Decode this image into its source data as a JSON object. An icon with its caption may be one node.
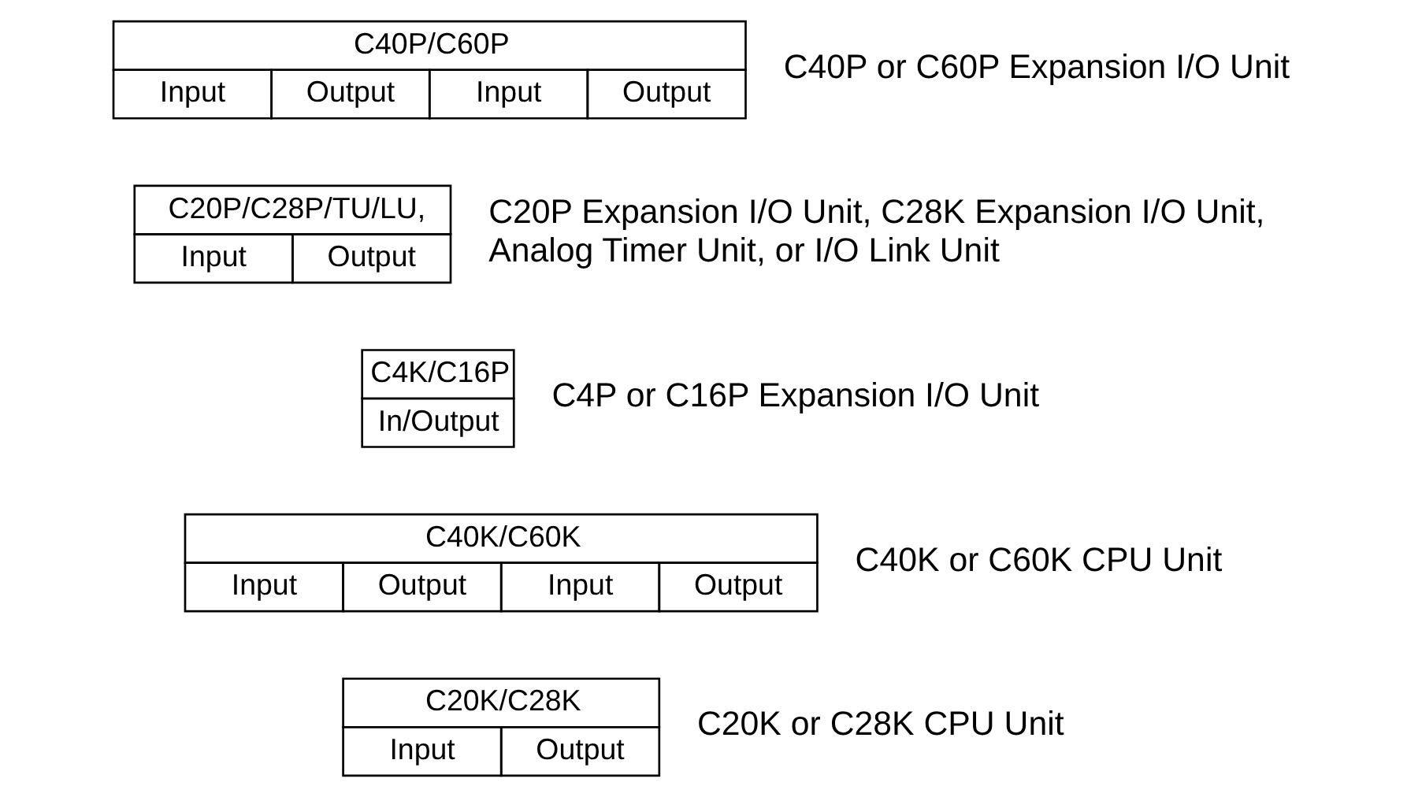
{
  "diagram": {
    "nodes": [
      {
        "text": [
          "C20K/C28K",
          "Input",
          "Output"
        ],
        "beside": [
          "C20K or C28K CPU Unit"
        ]
      },
      {
        "text": [
          "C40K/C60K",
          "Input",
          "Output",
          "Input",
          "Output"
        ],
        "beside": [
          "C40K or C60K CPU Unit"
        ]
      },
      {
        "text": [
          "C4K/C16P",
          "In/Output"
        ],
        "beside": [
          "C4P or C16P Expansion I/O Unit"
        ]
      },
      {
        "text": [
          "C20P/C28P/TU/LU,",
          "Input",
          "Output"
        ],
        "beside": [
          "C20P Expansion I/O Unit, C28K Expansion I/O Unit, Analog Timer Unit, or I/O Link Unit"
        ]
      },
      {
        "text": [
          "C40P/C60P",
          "Input",
          "Output",
          "Input",
          "Output"
        ],
        "beside": [
          "C40P or C60P Expansion I/O Unit"
        ]
      }
    ]
  }
}
